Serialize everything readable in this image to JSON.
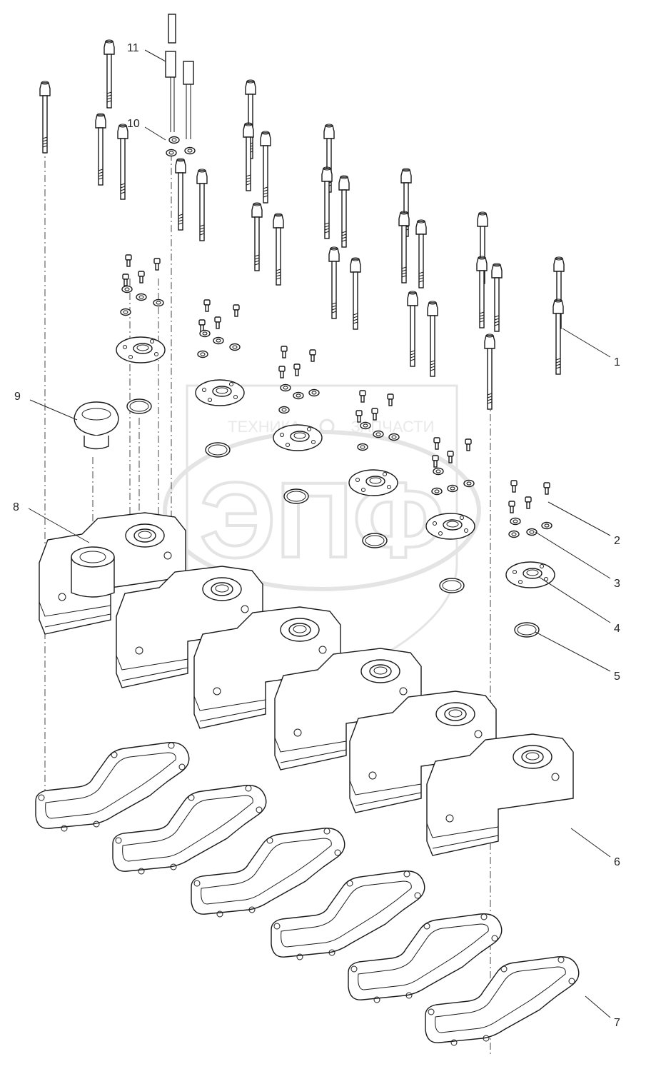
{
  "watermark": {
    "logo_text": "ЭПФ",
    "brand_left": "ТЕХНИКА",
    "brand_right": "ЗАПЧАСТИ",
    "color": "#d0d0d0"
  },
  "callouts": [
    {
      "id": "1",
      "label": "1"
    },
    {
      "id": "2",
      "label": "2"
    },
    {
      "id": "3",
      "label": "3"
    },
    {
      "id": "4",
      "label": "4"
    },
    {
      "id": "5",
      "label": "5"
    },
    {
      "id": "6",
      "label": "6"
    },
    {
      "id": "7",
      "label": "7"
    },
    {
      "id": "8",
      "label": "8"
    },
    {
      "id": "9",
      "label": "9"
    },
    {
      "id": "10",
      "label": "10"
    },
    {
      "id": "11",
      "label": "11"
    }
  ],
  "colors": {
    "line": "#1a1a1a",
    "background": "#ffffff"
  }
}
